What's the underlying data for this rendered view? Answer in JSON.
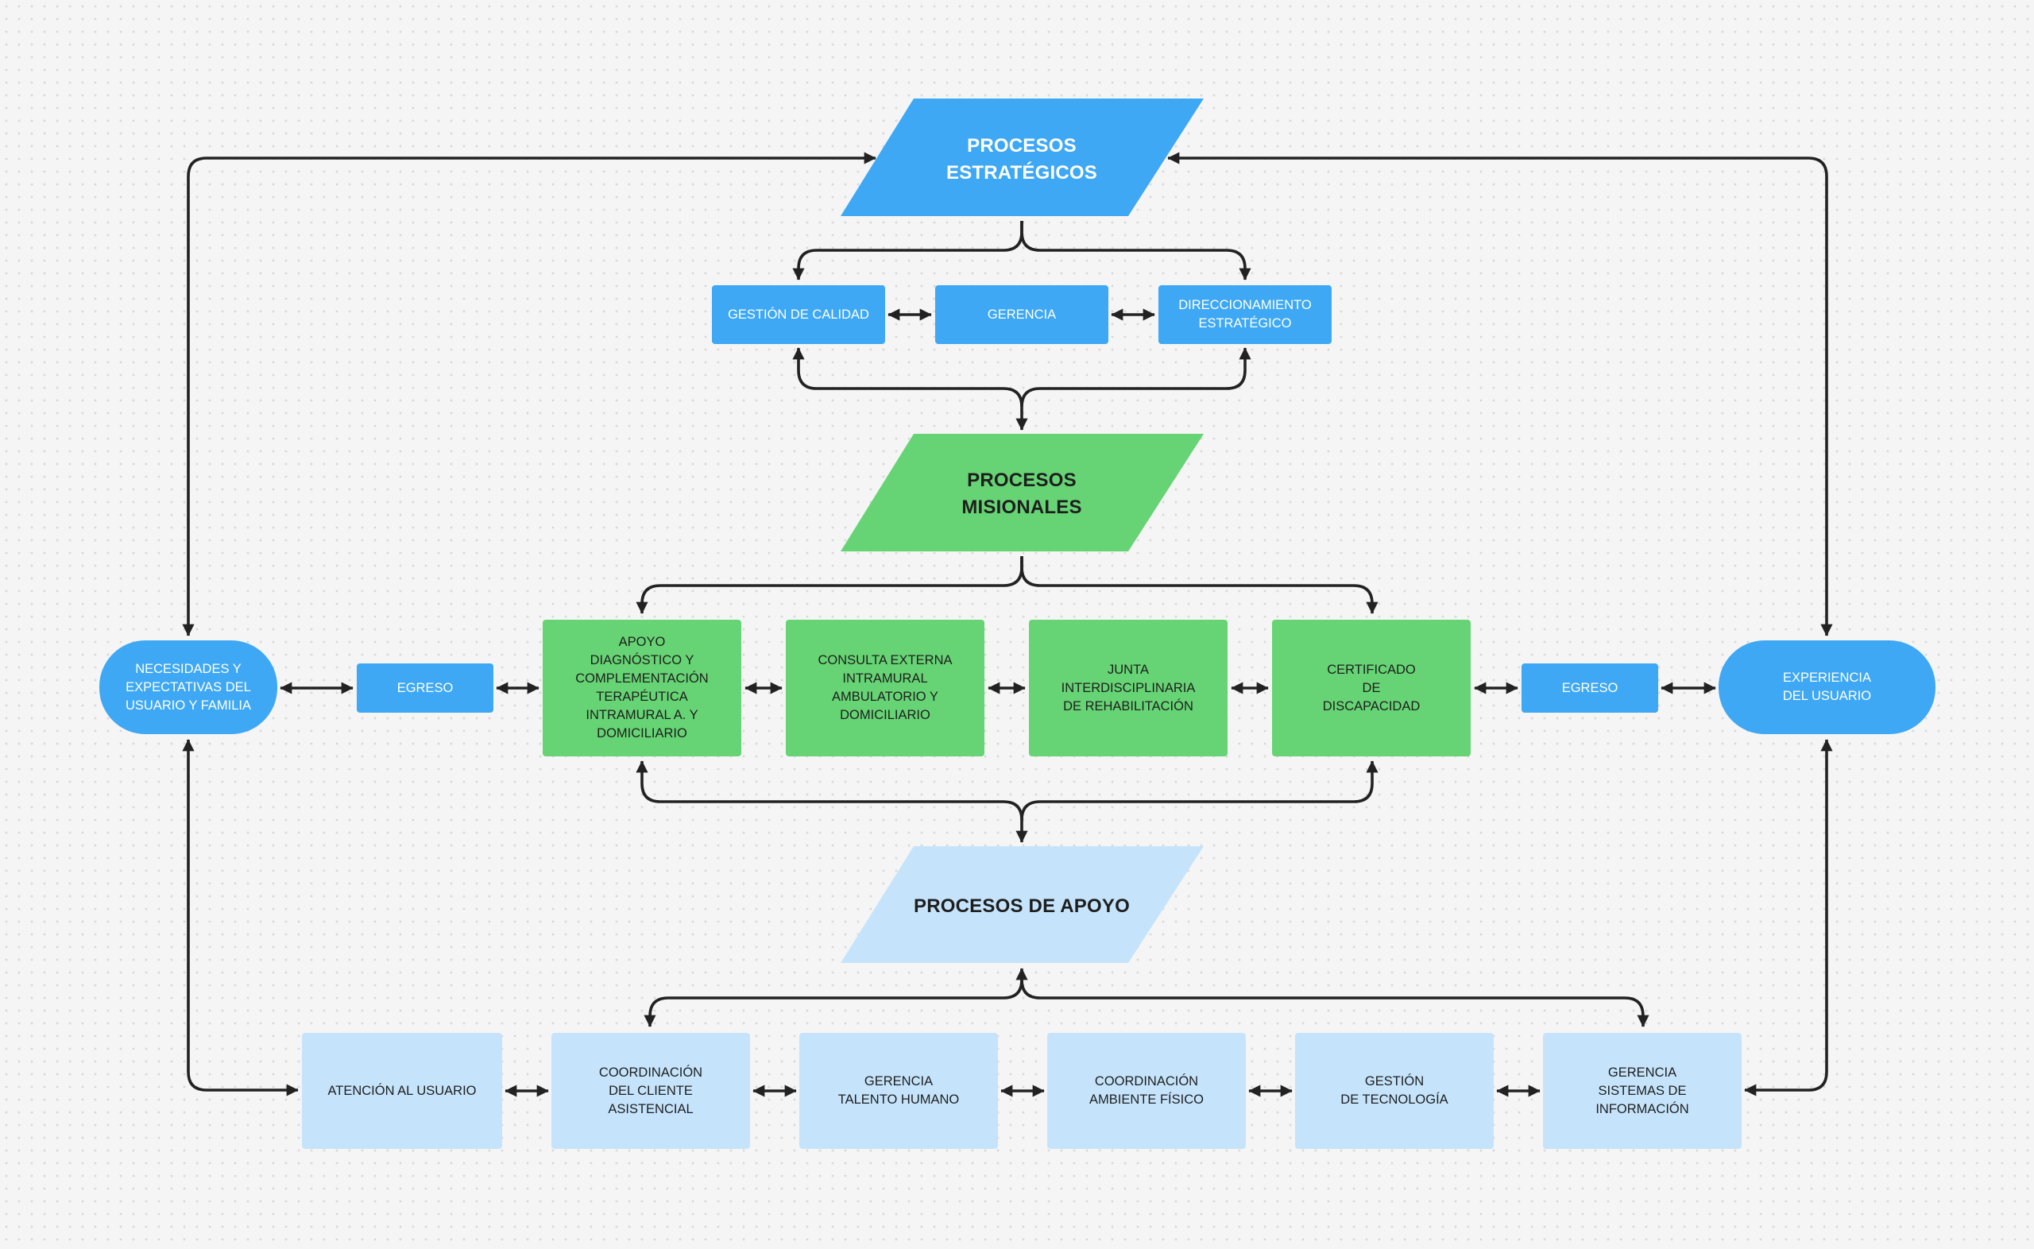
{
  "main_nodes": {
    "estrategicos": {
      "line1": "PROCESOS",
      "line2": "ESTRATÉGICOS",
      "color": "#3ea8f5"
    },
    "misionales": {
      "line1": "PROCESOS",
      "line2": "MISIONALES",
      "color": "#66d474"
    },
    "apoyo": {
      "label": "PROCESOS DE APOYO",
      "color": "#c5e4fb"
    }
  },
  "strategic_processes": [
    {
      "label": "GESTIÓN DE CALIDAD"
    },
    {
      "label": "GERENCIA"
    },
    {
      "label": "DIRECCIONAMIENTO\nESTRATÉGICO"
    }
  ],
  "mission_row": {
    "left_terminal": {
      "label": "NECESIDADES Y\nEXPECTATIVAS DEL\nUSUARIO Y FAMILIA"
    },
    "left_egreso": {
      "label": "EGRESO"
    },
    "processes": [
      {
        "label": "APOYO\nDIAGNÓSTICO Y\nCOMPLEMENTACIÓN\nTERAPÉUTICA\nINTRAMURAL A. Y\nDOMICILIARIO"
      },
      {
        "label": "CONSULTA EXTERNA\nINTRAMURAL\nAMBULATORIO Y\nDOMICILIARIO"
      },
      {
        "label": "JUNTA\nINTERDISCIPLINARIA\nDE REHABILITACIÓN"
      },
      {
        "label": "CERTIFICADO\nDE\nDISCAPACIDAD"
      }
    ],
    "right_egreso": {
      "label": "EGRESO"
    },
    "right_terminal": {
      "label": "EXPERIENCIA\nDEL USUARIO"
    }
  },
  "support_processes": [
    {
      "label": "ATENCIÓN AL USUARIO"
    },
    {
      "label": "COORDINACIÓN\nDEL CLIENTE\nASISTENCIAL"
    },
    {
      "label": "GERENCIA\nTALENTO HUMANO"
    },
    {
      "label": "COORDINACIÓN\nAMBIENTE FÍSICO"
    },
    {
      "label": "GESTIÓN\nDE TECNOLOGÍA"
    },
    {
      "label": "GERENCIA\nSISTEMAS DE\nINFORMACIÓN"
    }
  ],
  "colors": {
    "primary_blue": "#3ea8f5",
    "mission_green": "#66d474",
    "support_light_blue": "#c5e4fb",
    "connector": "#222222",
    "background": "#f5f5f5"
  }
}
